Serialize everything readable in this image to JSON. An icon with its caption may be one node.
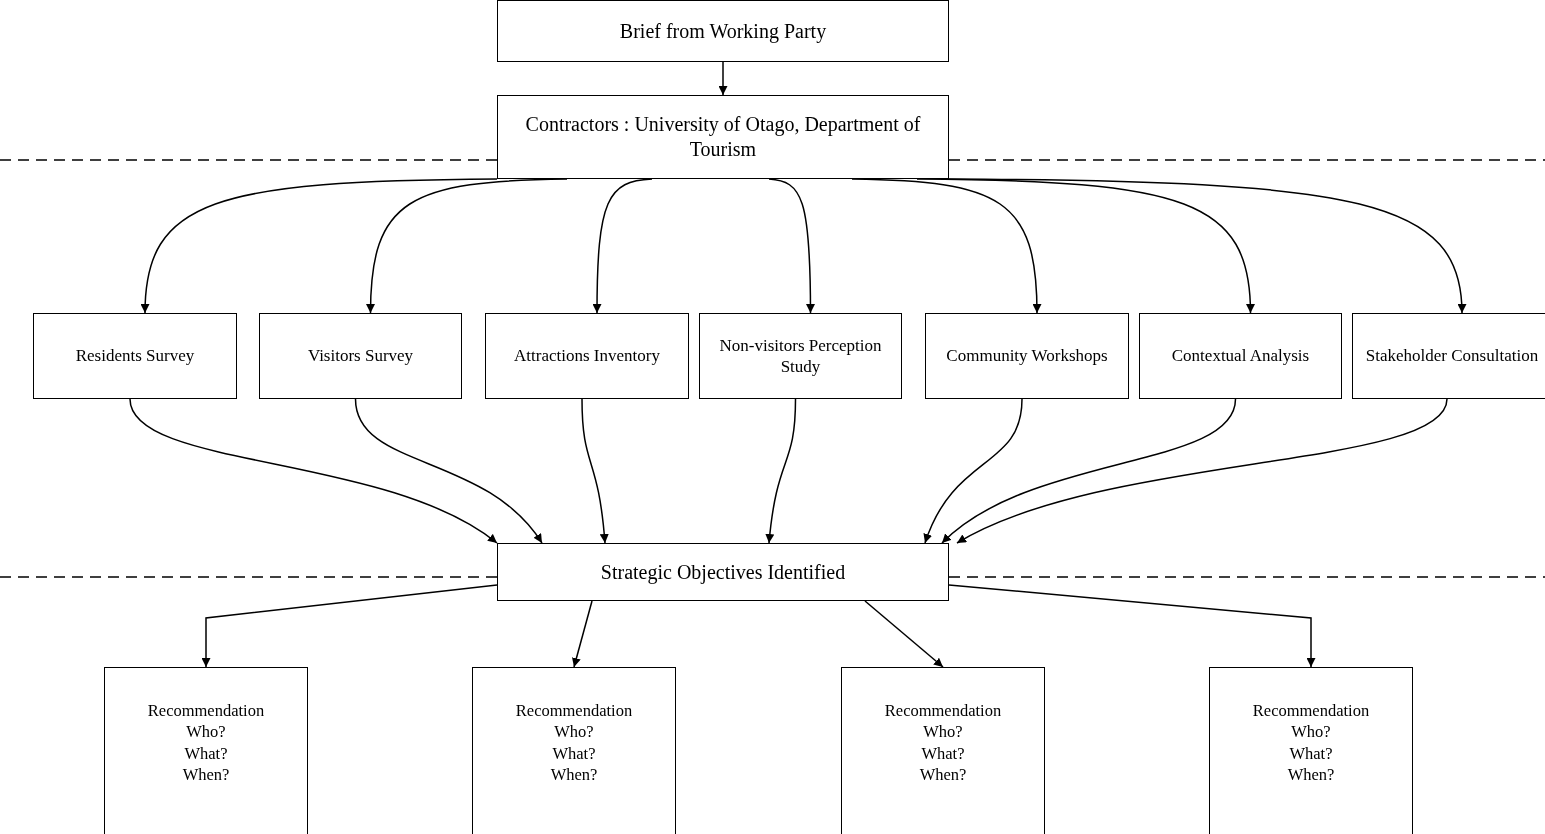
{
  "diagram": {
    "nodes": [
      {
        "text": [
          "Brief from Working Party"
        ]
      },
      {
        "text": [
          "Contractors : University of Otago, Department of Tourism"
        ]
      },
      {
        "text": [
          "Residents Survey"
        ]
      },
      {
        "text": [
          "Visitors Survey"
        ]
      },
      {
        "text": [
          "Attractions Inventory"
        ]
      },
      {
        "text": [
          "Non-visitors Perception Study"
        ]
      },
      {
        "text": [
          "Community Workshops"
        ]
      },
      {
        "text": [
          "Contextual Analysis"
        ]
      },
      {
        "text": [
          "Stakeholder Consultation"
        ]
      },
      {
        "text": [
          "Strategic Objectives Identified"
        ]
      },
      {
        "text": [
          "Recommendation",
          "Who?",
          "What?",
          "When?"
        ]
      },
      {
        "text": [
          "Recommendation",
          "Who?",
          "What?",
          "When?"
        ]
      },
      {
        "text": [
          "Recommendation",
          "Who?",
          "What?",
          "When?"
        ]
      },
      {
        "text": [
          "Recommendation",
          "Who?",
          "What?",
          "When?"
        ]
      }
    ],
    "edges": [
      {
        "from": 0,
        "to": 1,
        "arrow": "to"
      },
      {
        "from": 1,
        "to": 2,
        "arrow": "to"
      },
      {
        "from": 1,
        "to": 3,
        "arrow": "to"
      },
      {
        "from": 1,
        "to": 4,
        "arrow": "to"
      },
      {
        "from": 1,
        "to": 5,
        "arrow": "to"
      },
      {
        "from": 1,
        "to": 6,
        "arrow": "to"
      },
      {
        "from": 1,
        "to": 7,
        "arrow": "to"
      },
      {
        "from": 1,
        "to": 8,
        "arrow": "to"
      },
      {
        "from": 2,
        "to": 9,
        "arrow": "to"
      },
      {
        "from": 3,
        "to": 9,
        "arrow": "to"
      },
      {
        "from": 4,
        "to": 9,
        "arrow": "to"
      },
      {
        "from": 5,
        "to": 9,
        "arrow": "to"
      },
      {
        "from": 6,
        "to": 9,
        "arrow": "to"
      },
      {
        "from": 7,
        "to": 9,
        "arrow": "to"
      },
      {
        "from": 8,
        "to": 9,
        "arrow": "to"
      },
      {
        "from": 9,
        "to": 10,
        "arrow": "to"
      },
      {
        "from": 9,
        "to": 11,
        "arrow": "to"
      },
      {
        "from": 9,
        "to": 12,
        "arrow": "to"
      },
      {
        "from": 9,
        "to": 13,
        "arrow": "to"
      }
    ]
  }
}
